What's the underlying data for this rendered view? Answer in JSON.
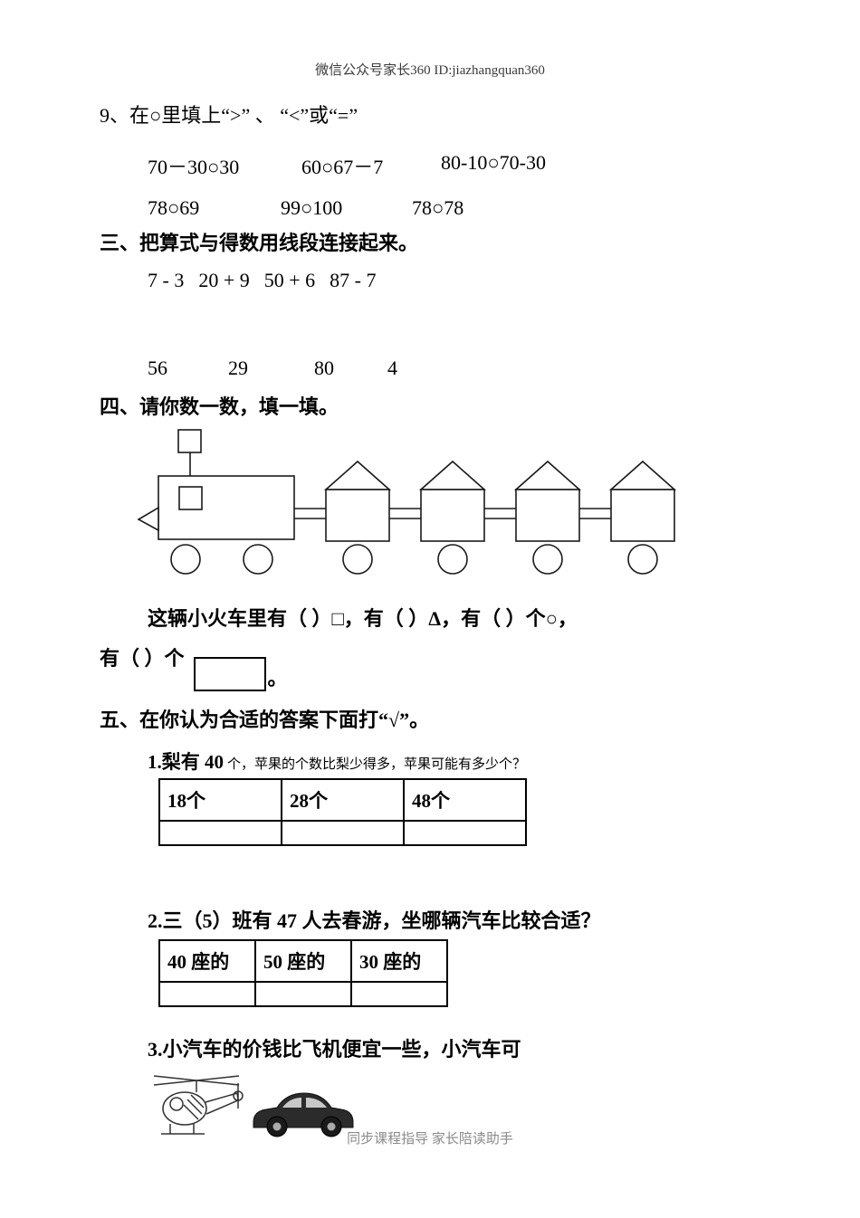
{
  "header": {
    "text": "微信公众号家长360 ID:jiazhangquan360"
  },
  "footer": {
    "text": "同步课程指导 家长陪读助手"
  },
  "question9": {
    "title": "9、在○里填上“>” 、 “<”或“=”",
    "row1": [
      "70－30○30",
      "60○67－7",
      "80-10○70-30"
    ],
    "row2": [
      "78○69",
      "99○100",
      "78○78"
    ]
  },
  "section3": {
    "title": "三、把算式与得数用线段连接起来。",
    "expressions": [
      "7 - 3",
      "20 + 9",
      "50 + 6",
      "87 - 7"
    ],
    "answers": [
      "56",
      "29",
      "80",
      "4"
    ]
  },
  "section4": {
    "title": "四、请你数一数，填一填。",
    "count_line1": "这辆小火车里有（ ）□，有（  ）Δ，有（ ）个○，",
    "count_line2_prefix": "有（ ）个",
    "count_line2_suffix": "。"
  },
  "section5": {
    "title": "五、在你认为合适的答案下面打“√”。",
    "q1": {
      "lead": "1.梨有 40",
      "rest": "个，苹果的个数比梨少得多，苹果可能有多少个？",
      "options": [
        "18个",
        "28个",
        "48个"
      ]
    },
    "q2": {
      "text": "2.三（5）班有 47 人去春游，坐哪辆汽车比较合适？",
      "options": [
        "40 座的",
        "50 座的",
        "30 座的"
      ]
    },
    "q3": {
      "text": "3.小汽车的价钱比飞机便宜一些，小汽车可"
    }
  }
}
